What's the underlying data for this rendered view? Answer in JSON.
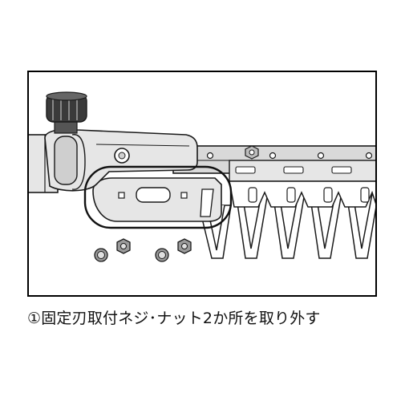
{
  "figure": {
    "caption": "①固定刃取付ネジ･ナット2か所を取り外す",
    "parts": {
      "handle": "adjustment-knob-icon",
      "blade_assembly": "hedge-trimmer-blade",
      "highlight": "fixed-blade-mount-callout",
      "loose_parts": [
        "screw-icon",
        "nut-icon",
        "screw-icon",
        "nut-icon"
      ]
    },
    "colors": {
      "line": "#1a1a1a",
      "metal": "#d9d9d9",
      "body": "#e6e6e6",
      "dark": "#3a3a3a"
    }
  }
}
